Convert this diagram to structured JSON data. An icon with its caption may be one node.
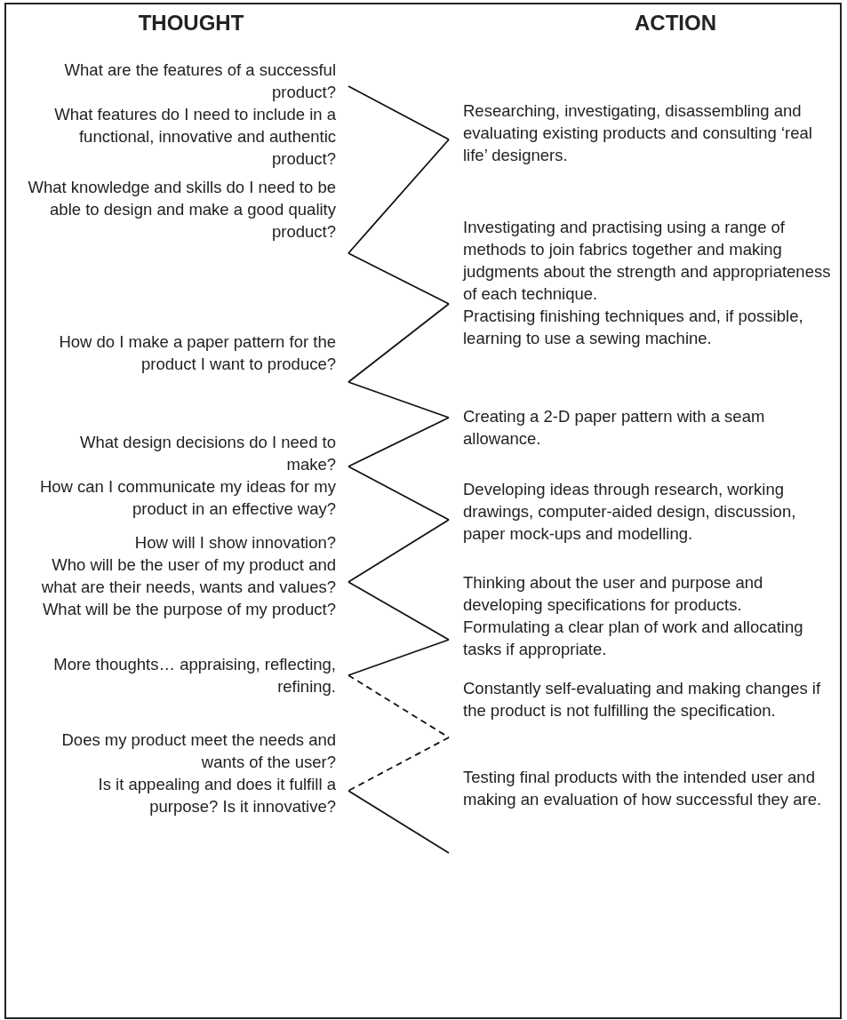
{
  "diagram": {
    "nodes": [
      {
        "text": [
          "What are the features of a successful product?",
          "What features do I need to include in a functional, innovative and authentic product?"
        ]
      },
      {
        "text": [
          "Researching, investigating, disassembling and evaluating existing products and consulting ‘real life’ designers."
        ]
      },
      {
        "text": [
          "What knowledge and skills do I need to be able to design and make a good quality product?"
        ]
      },
      {
        "text": [
          "Investigating and practising using a range of methods to join fabrics together and making judgments about the strength and appropriateness of each technique.",
          "Practising finishing techniques and, if possible, learning to use a sewing machine."
        ]
      },
      {
        "text": [
          "How do I make a paper pattern for the product I want to produce?"
        ]
      },
      {
        "text": [
          "Creating a 2-D paper pattern with a seam allowance."
        ]
      },
      {
        "text": [
          "What design decisions do I need to make?",
          "How can I communicate my ideas for my product in an effective way?"
        ]
      },
      {
        "text": [
          "Developing ideas through research, working drawings, computer-aided design, discussion, paper mock-ups and modelling."
        ]
      },
      {
        "text": [
          "How will I show innovation?",
          "Who will be the user of my product and what are their needs, wants and values?",
          "What will be the purpose of my product?"
        ]
      },
      {
        "text": [
          "Thinking about the user and purpose and developing specifications for products.",
          "Formulating a clear plan of work and allocating tasks if appropriate."
        ]
      },
      {
        "text": [
          "More thoughts… appraising, reflecting, refining."
        ]
      },
      {
        "text": [
          "Constantly self-evaluating and making changes if the product is not fulfilling the specification."
        ]
      },
      {
        "text": [
          "Does my product meet the needs and wants of the user?",
          "Is it appealing and does it fulfill a purpose? Is it innovative?"
        ]
      },
      {
        "text": [
          "Testing final products with the intended user and making an evaluation of how successful they are."
        ]
      }
    ],
    "edges": [
      {
        "from": 0,
        "to": 1,
        "arrow": "none"
      },
      {
        "from": 1,
        "to": 2,
        "arrow": "none"
      },
      {
        "from": 2,
        "to": 3,
        "arrow": "none"
      },
      {
        "from": 3,
        "to": 4,
        "arrow": "none"
      },
      {
        "from": 4,
        "to": 5,
        "arrow": "none"
      },
      {
        "from": 5,
        "to": 6,
        "arrow": "none"
      },
      {
        "from": 6,
        "to": 7,
        "arrow": "none"
      },
      {
        "from": 7,
        "to": 8,
        "arrow": "none"
      },
      {
        "from": 8,
        "to": 9,
        "arrow": "none"
      },
      {
        "from": 9,
        "to": 10,
        "arrow": "none"
      },
      {
        "from": 10,
        "to": 11,
        "arrow": "none",
        "style": "dashed"
      },
      {
        "from": 11,
        "to": 12,
        "arrow": "none",
        "style": "dashed"
      },
      {
        "from": 12,
        "to": 13,
        "arrow": "none"
      }
    ],
    "labels": [
      "THOUGHT",
      "ACTION"
    ]
  }
}
